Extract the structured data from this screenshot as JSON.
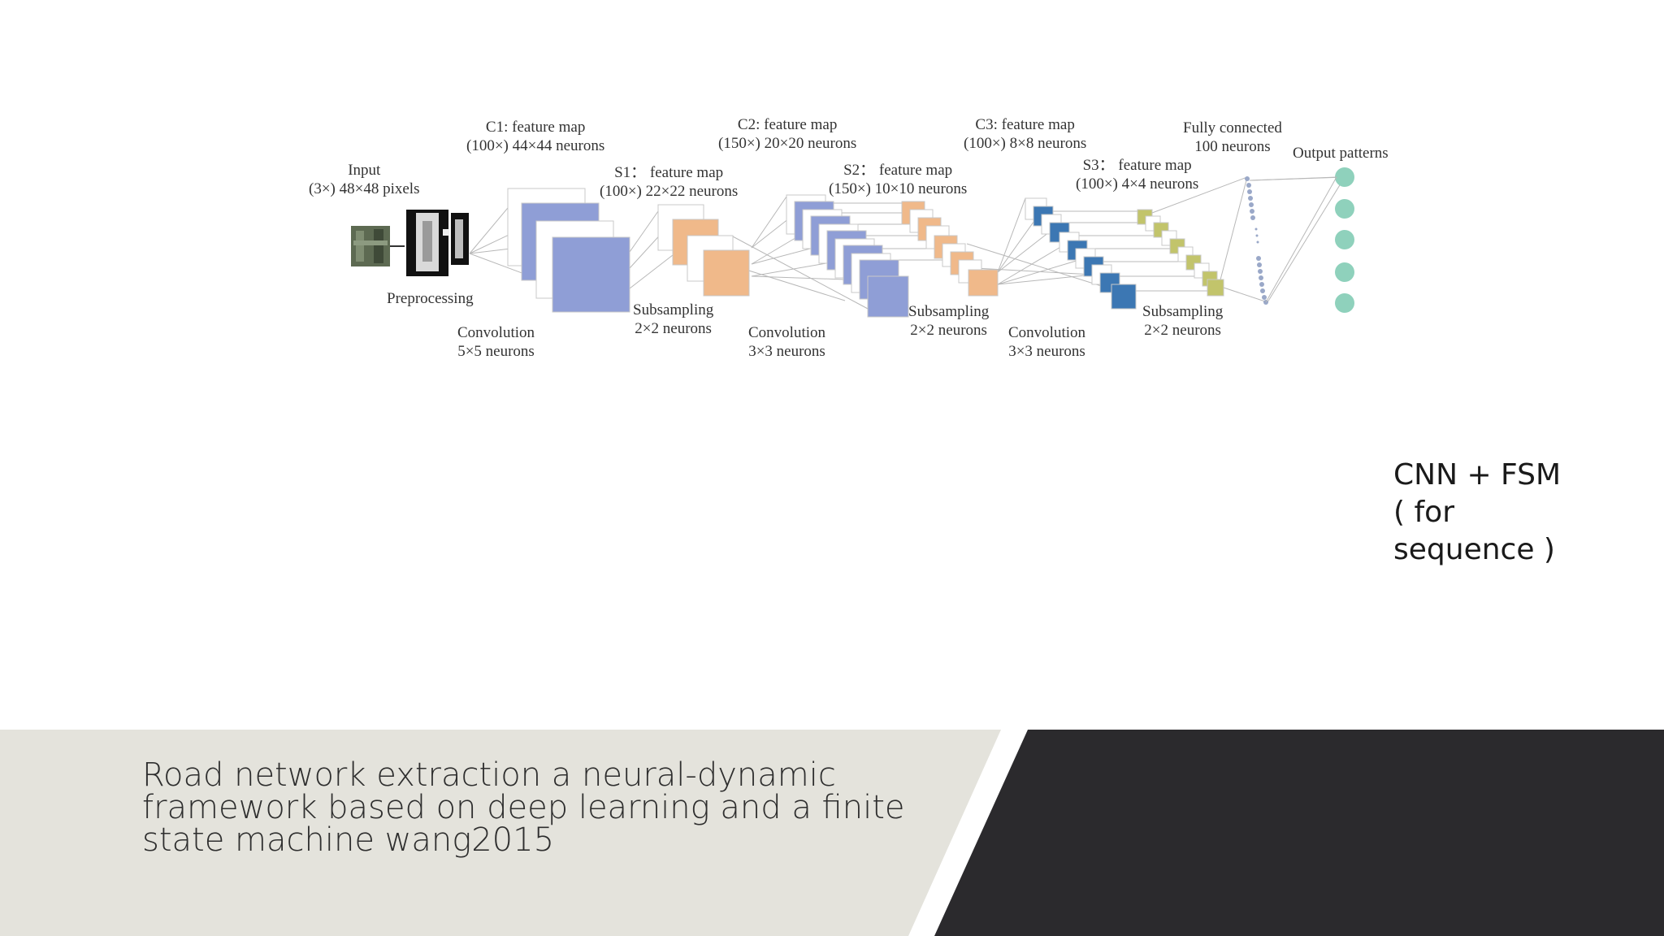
{
  "slide": {
    "side_note": [
      "CNN + FSM",
      "( for",
      "sequence )"
    ],
    "caption": [
      "Road network extraction a neural-dynamic",
      "framework based on deep learning and a finite",
      "state machine wang2015"
    ],
    "colors": {
      "footer_light": "#e4e3dc",
      "footer_dark": "#2b2a2d",
      "blue_maps": "#8f9ed6",
      "orange_maps": "#f0b98a",
      "dark_blue_maps": "#3c77b3",
      "olive_maps": "#c2c46b",
      "output_nodes": "#8fd1bc"
    }
  },
  "diagram": {
    "input": [
      "Input",
      "(3×) 48×48 pixels"
    ],
    "preprocessing": "Preprocessing",
    "c1": [
      "C1: feature map",
      "(100×) 44×44 neurons"
    ],
    "conv1": [
      "Convolution",
      "5×5 neurons"
    ],
    "s1": [
      "S1： feature map",
      "(100×) 22×22 neurons"
    ],
    "sub1": [
      "Subsampling",
      "2×2 neurons"
    ],
    "c2": [
      "C2: feature map",
      "(150×) 20×20 neurons"
    ],
    "conv2": [
      "Convolution",
      "3×3 neurons"
    ],
    "s2": [
      "S2： feature map",
      "(150×) 10×10 neurons"
    ],
    "sub2": [
      "Subsampling",
      "2×2 neurons"
    ],
    "c3": [
      "C3: feature map",
      "(100×) 8×8 neurons"
    ],
    "conv3": [
      "Convolution",
      "3×3 neurons"
    ],
    "s3": [
      "S3： feature map",
      "(100×) 4×4 neurons"
    ],
    "sub3": [
      "Subsampling",
      "2×2 neurons"
    ],
    "fc": [
      "Fully connected",
      "100 neurons"
    ],
    "output": "Output patterns"
  }
}
